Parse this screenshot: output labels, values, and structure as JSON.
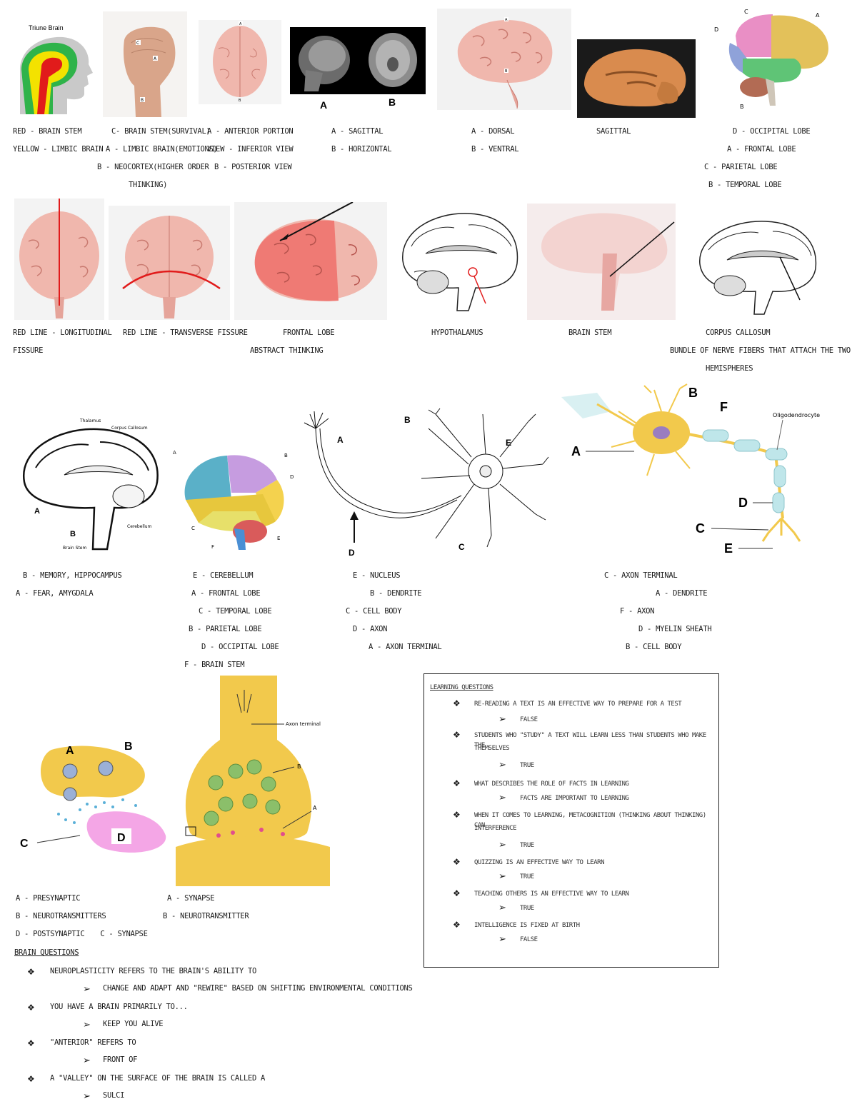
{
  "row1": {
    "triune": {
      "title": "Triune Brain",
      "lines": [
        "Red - brain stem",
        "Yellow - limbic brain"
      ]
    },
    "hand": {
      "labels": [
        "C",
        "A",
        "B"
      ],
      "lines": [
        "C- brain stem(survival)",
        "A - limbic brain(emotions)",
        "B - neocortex(higher order",
        "thinking)"
      ]
    },
    "view": {
      "labels": [
        "A",
        "B"
      ],
      "lines": [
        "A - anterior portion",
        "View - inferior view",
        "B - posterior view"
      ]
    },
    "mri": {
      "labels": [
        "A",
        "B"
      ],
      "lines": [
        "A - sagittal",
        "B - horizontal"
      ]
    },
    "dorsal": {
      "labels": [
        "A",
        "B"
      ],
      "lines": [
        "A - dorsal",
        "B - ventral"
      ]
    },
    "sagittal": {
      "lines": [
        "sagittal"
      ]
    },
    "lobes": {
      "labels": [
        "C",
        "A",
        "D",
        "B"
      ],
      "lines": [
        "D - occipital lobe",
        "A - frontal lobe",
        "C - parietal lobe",
        "B - temporal lobe"
      ]
    }
  },
  "row2": {
    "longitudinal": {
      "lines": [
        "Red line - longitudinal",
        "fissure"
      ]
    },
    "transverse": {
      "lines": [
        "Red line - transverse fissure"
      ]
    },
    "frontal": {
      "lines": [
        "frontal lobe",
        "abstract thinking"
      ]
    },
    "hypothalamus": {
      "lines": [
        "hypothalamus"
      ]
    },
    "brainstem": {
      "lines": [
        "brain stem"
      ]
    },
    "corpus": {
      "lines": [
        "corpus callosum",
        "bundle of nerve fibers that attach the two",
        "hemispheres"
      ]
    }
  },
  "row3": {
    "limbic": {
      "labels": [
        "Thalamus",
        "Corpus Callosum",
        "A",
        "B",
        "Cerebellum",
        "Brain Stem"
      ],
      "lines": [
        "B - memory, hippocampus",
        "A - fear, amygdala"
      ]
    },
    "lobes2": {
      "labels": [
        "A",
        "B",
        "D",
        "C",
        "F",
        "E"
      ],
      "lines": [
        "E - cerebellum",
        "A - frontal lobe",
        "C - temporal lobe",
        "B - parietal lobe",
        "D - occipital lobe",
        "F - brain stem"
      ]
    },
    "neuron_bw": {
      "labels": [
        "A",
        "B",
        "E",
        "C",
        "D"
      ],
      "lines": [
        "E - nucleus",
        "B - dendrite",
        "C - cell body",
        "D - axon",
        "A - axon terminal"
      ]
    },
    "neuron_color": {
      "labels": [
        "B",
        "F",
        "Oligodendrocyte",
        "A",
        "D",
        "C",
        "E"
      ],
      "lines": [
        "C - axon terminal",
        "A - dendrite",
        "F - axon",
        "D - myelin sheath",
        "B - cell body"
      ]
    }
  },
  "row4": {
    "synapse1": {
      "labels": [
        "A",
        "B",
        "C",
        "D"
      ],
      "lines": [
        "A - presynaptic",
        "B - neurotransmitters",
        "D - postsynaptic",
        "C - synapse"
      ]
    },
    "synapse2": {
      "labels": [
        "Axon terminal",
        "B",
        "A"
      ],
      "lines": [
        "A - synapse",
        "B - neurotransmitter"
      ]
    }
  },
  "learning": {
    "title": "Learning Questions",
    "items": [
      {
        "q": "Re-reading a text is an effective way to prepare for a test",
        "a": "False"
      },
      {
        "q": "Students who \"study\" a text will learn less than students who make the",
        "q2": "themselves",
        "a": "True"
      },
      {
        "q": "What describes the role of facts in learning",
        "a": "Facts are important to learning"
      },
      {
        "q": "When it comes to learning, metacognition (thinking about thinking) can",
        "q2": "interference",
        "a": "True"
      },
      {
        "q": "Quizzing is an effective way to learn",
        "a": "True"
      },
      {
        "q": "Teaching others is an effective way to learn",
        "a": "True"
      },
      {
        "q": "Intelligence is fixed at birth",
        "a": "False"
      }
    ]
  },
  "brain": {
    "title": "Brain Questions",
    "items": [
      {
        "q": "Neuroplasticity refers to the brain's ability to",
        "a": "change and adapt and \"rewire\" based on shifting environmental conditions"
      },
      {
        "q": "You have a brain primarily to...",
        "a": "Keep you alive"
      },
      {
        "q": "\"Anterior\" refers to",
        "a": "front of"
      },
      {
        "q": "A \"valley\" on the surface of the brain is called a",
        "a": "sulci"
      }
    ]
  },
  "symbols": {
    "bullet": "❖",
    "arrow": "➢"
  },
  "colors": {
    "brain_pink": "#f0b7ad",
    "brain_dark": "#c97a70",
    "red": "#e11b1b",
    "yellow": "#f3e200",
    "green": "#2fb34a",
    "gray": "#c9c9c9",
    "neuron_yellow": "#f2c94c",
    "myelin": "#bfe6ea",
    "synapse_pink": "#f4a6e6"
  }
}
